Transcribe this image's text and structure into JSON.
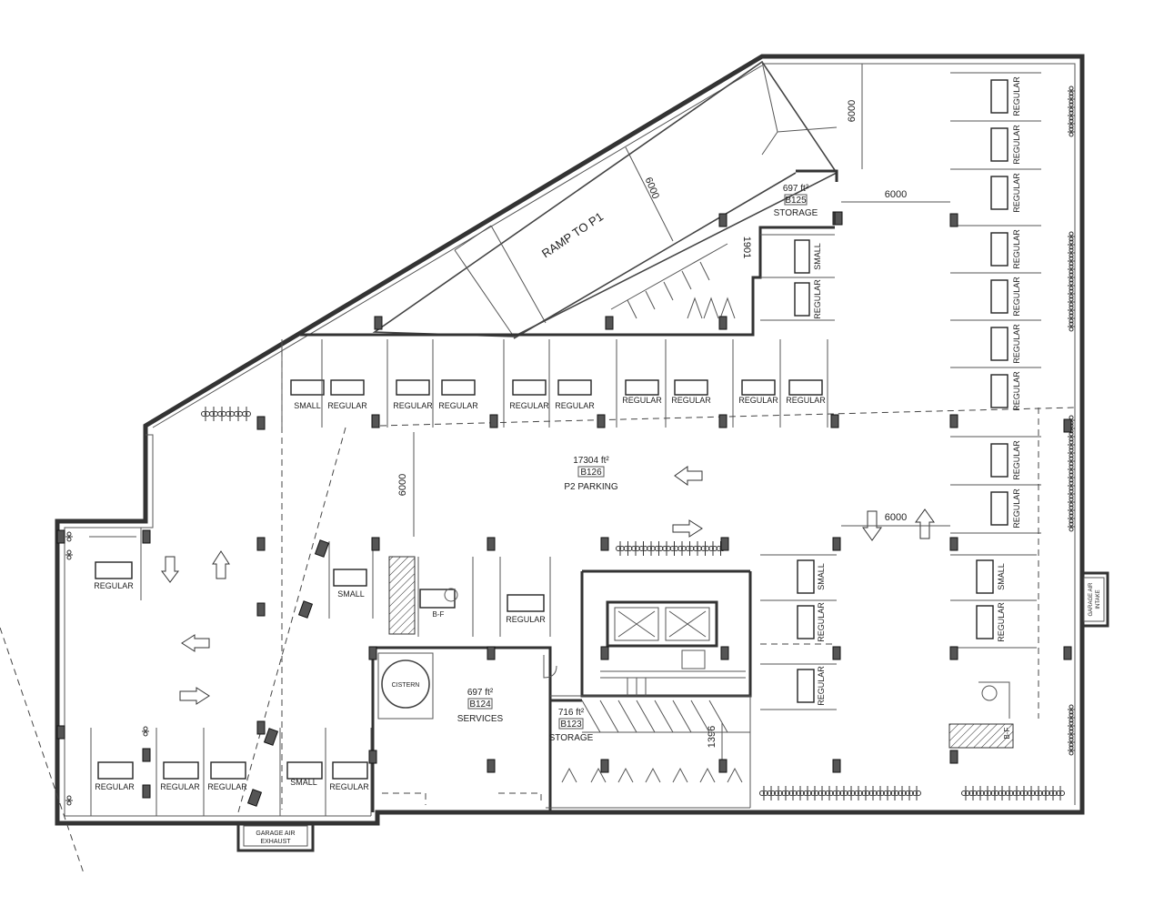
{
  "labels": {
    "regular": "REGULAR",
    "small": "SMALL",
    "bf": "B-F",
    "cistern": "CISTERN",
    "ramp": "RAMP TO P1",
    "exhaust_line1": "GARAGE AIR",
    "exhaust_line2": "EXHAUST",
    "intake_line1": "GARAGE AIR",
    "intake_line2": "INTAKE"
  },
  "dimensions": {
    "d6000": "6000",
    "d1901": "1901",
    "d1396": "1396"
  },
  "rooms": {
    "parking": {
      "area": "17304 ft²",
      "code": "B126",
      "name": "P2 PARKING"
    },
    "storage_top": {
      "area": "697 ft²",
      "code": "B125",
      "name": "STORAGE"
    },
    "services": {
      "area": "697 ft²",
      "code": "B124",
      "name": "SERVICES"
    },
    "storage_mid": {
      "area": "716 ft²",
      "code": "B123",
      "name": "STORAGE"
    }
  },
  "stall_rows": {
    "north_row": [
      "SMALL",
      "REGULAR",
      "REGULAR",
      "REGULAR",
      "REGULAR",
      "REGULAR",
      "REGULAR",
      "REGULAR",
      "REGULAR",
      "REGULAR"
    ],
    "south_row": [
      "REGULAR",
      "REGULAR",
      "REGULAR",
      "SMALL",
      "REGULAR"
    ],
    "east_wall": [
      "REGULAR",
      "REGULAR",
      "REGULAR",
      "REGULAR",
      "REGULAR",
      "REGULAR",
      "REGULAR",
      "REGULAR",
      "REGULAR"
    ],
    "east_inner": [
      "SMALL",
      "REGULAR"
    ],
    "ramp_side": [
      "SMALL",
      "REGULAR"
    ],
    "core_side": [
      "SMALL",
      "REGULAR",
      "REGULAR"
    ]
  }
}
